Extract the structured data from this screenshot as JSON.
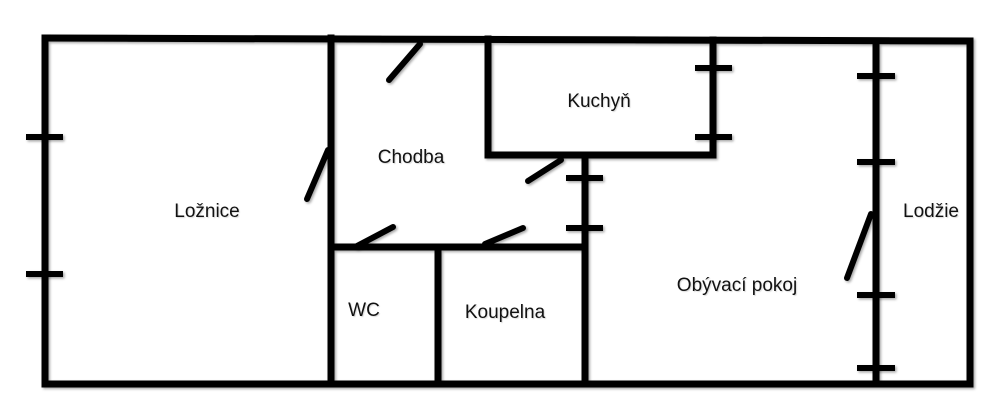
{
  "colors": {
    "wall": "#000000",
    "background": "#ffffff",
    "text": "#111111"
  },
  "rooms": {
    "loznice": "Ložnice",
    "chodba": "Chodba",
    "kuchyn": "Kuchyň",
    "wc": "WC",
    "koupelna": "Koupelna",
    "obyvaci_pokoj": "Obývací pokoj",
    "lodzie": "Lodžie"
  }
}
